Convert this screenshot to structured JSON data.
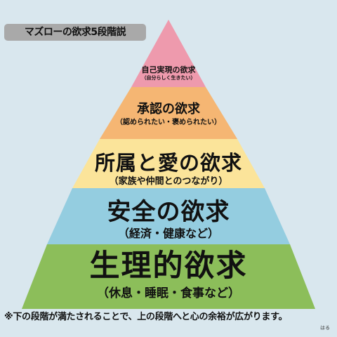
{
  "title": "マズローの欲求5段階説",
  "levels": [
    {
      "label": "生理的欲求",
      "sub": "（休息・睡眠・食事など）",
      "color": "#8cbe5a"
    },
    {
      "label": "安全の欲求",
      "sub": "（経済・健康など）",
      "color": "#94cde0"
    },
    {
      "label": "所属と愛の欲求",
      "sub": "（家族や仲間とのつながり）",
      "color": "#fbe49a"
    },
    {
      "label": "承認の欲求",
      "sub": "（認められたい・褒められたい）",
      "color": "#f5b673"
    },
    {
      "label": "自己実現の欲求",
      "sub": "（自分らしく生きたい）",
      "color": "#ee9aad"
    }
  ],
  "footnote": "※下の段階が満たされることで、上の段階へと心の余裕が広がります。",
  "signature": "はる",
  "colors": {
    "background": "#d9e7ee",
    "badge": "#a9a9a9"
  }
}
